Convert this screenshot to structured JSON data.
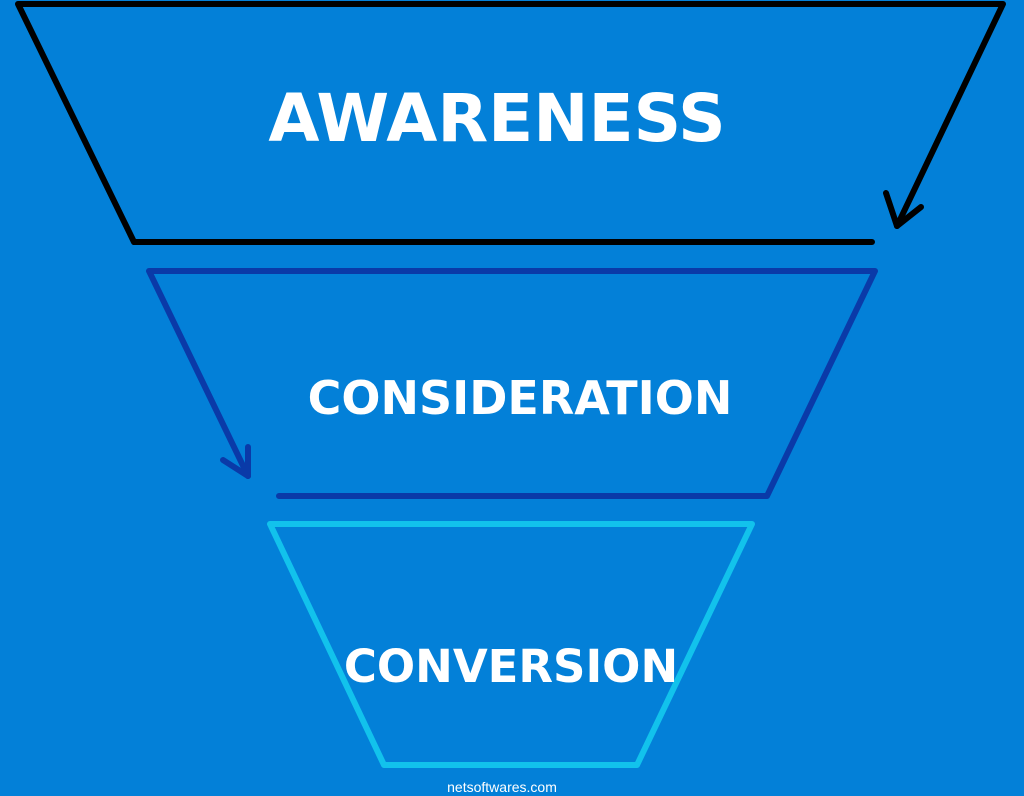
{
  "background_color": "#0380d8",
  "stages": [
    {
      "label": "AWARENESS",
      "stroke_color": "#000000"
    },
    {
      "label": "CONSIDERATION",
      "stroke_color": "#0a3aa8"
    },
    {
      "label": "CONVERSION",
      "stroke_color": "#12c2ec"
    }
  ],
  "footer": {
    "text": "netsoftwares.com"
  }
}
